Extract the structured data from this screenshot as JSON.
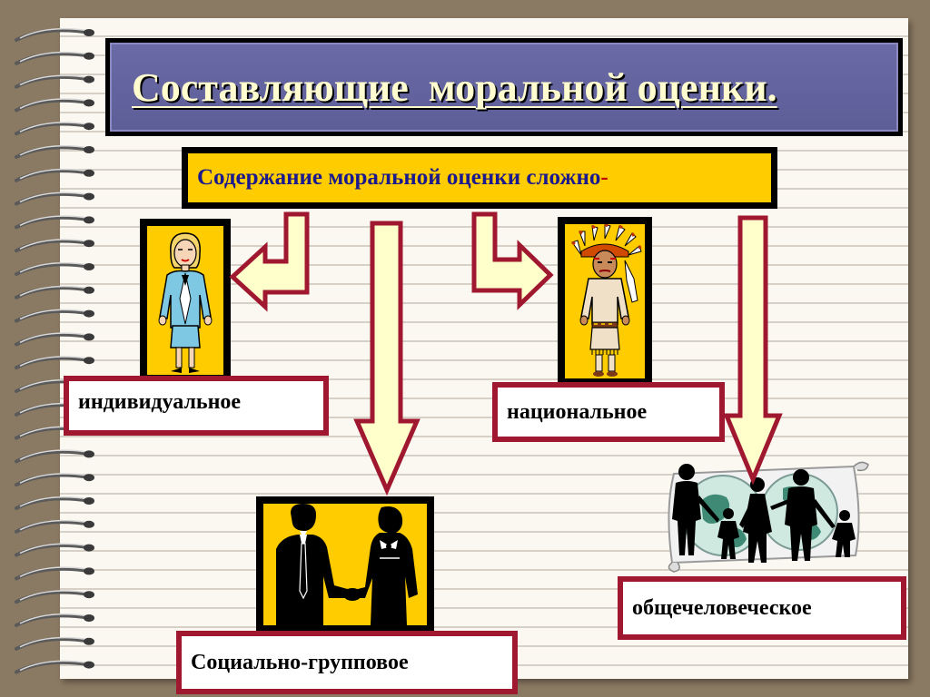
{
  "slide": {
    "title": "Составляющие  моральной оценки.",
    "subtitle_main": "Содержание моральной оценки сложно",
    "subtitle_dash": "-"
  },
  "labels": {
    "individual": "индивидуальное",
    "national": "национальное",
    "social_group": "Социально-групповое",
    "universal": "общечеловеческое"
  },
  "icons": {
    "spiral": "notebook-spiral-binding",
    "woman": "woman-figure-icon",
    "native": "native-american-figure-icon",
    "handshake": "handshake-silhouette-icon",
    "family": "family-globe-silhouette-icon"
  },
  "colors": {
    "background": "#8b7a63",
    "title_panel": "#5d5d98",
    "title_text": "#fffdd0",
    "subtitle_bg": "#ffcc00",
    "subtitle_text": "#1a1a8e",
    "label_border": "#a01830",
    "arrow_fill": "#ffffcc",
    "frame_bg": "#ffcc00"
  }
}
